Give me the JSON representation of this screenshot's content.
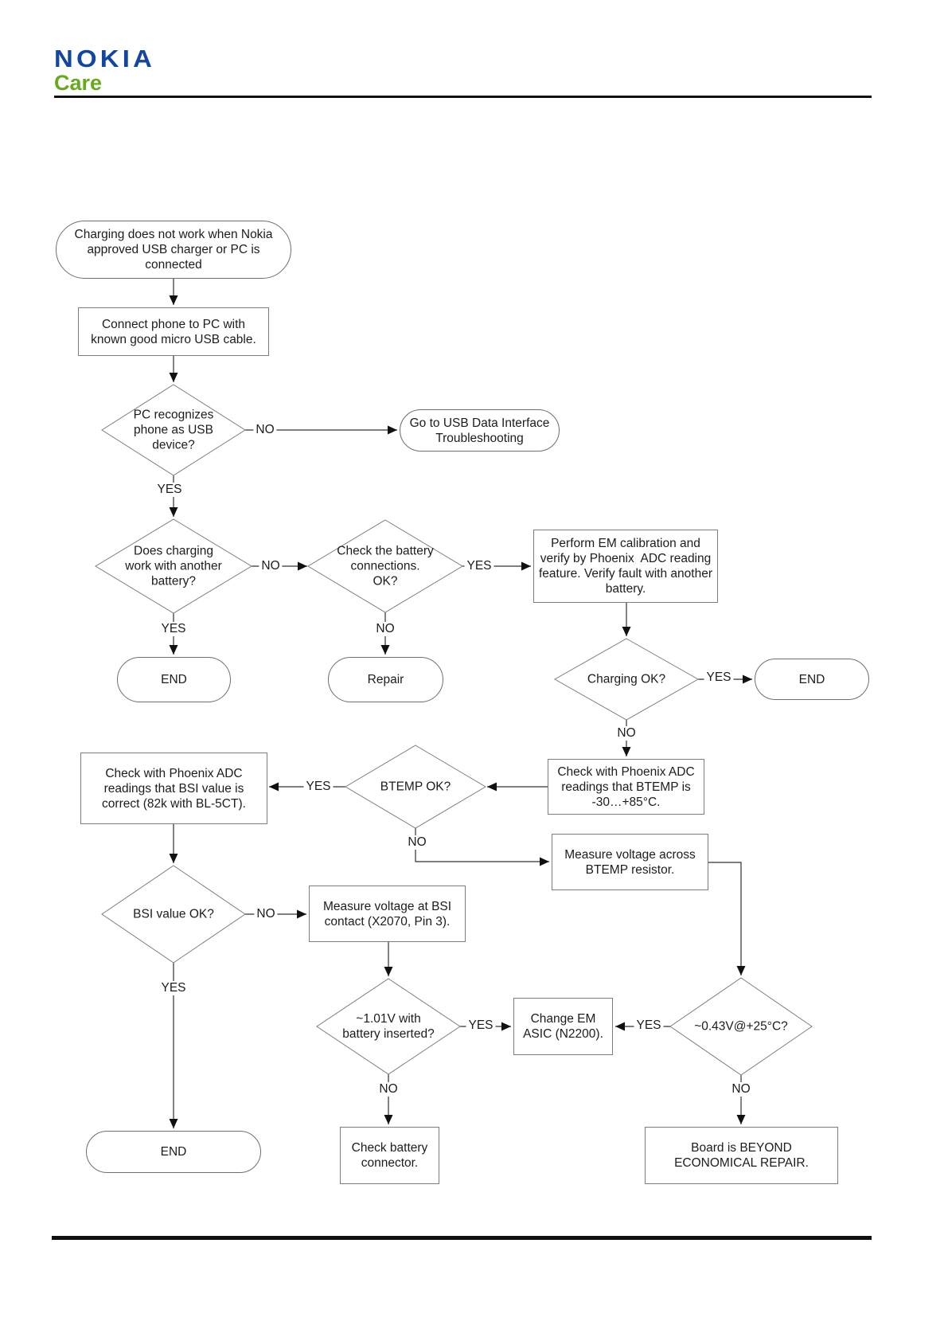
{
  "header": {
    "brand_line1": "NOKIA",
    "brand_line2": "Care",
    "brand_blue": "#1246a0",
    "brand_green": "#67ab1d"
  },
  "flowchart": {
    "line_color": "#303030",
    "shape_border_color": "#7d7d7d",
    "labels": {
      "yes": "YES",
      "no": "NO"
    },
    "nodes": {
      "start": "Charging does not work when Nokia\napproved USB charger or PC is\nconnected",
      "connect_phone": "Connect phone to PC with\nknown good micro USB cable.",
      "pc_recognizes": "PC recognizes\nphone as USB\ndevice?",
      "goto_usb_troubleshooting": "Go to USB Data Interface\nTroubleshooting",
      "charging_other_battery": "Does charging\nwork with another\nbattery?",
      "battery_connections": "Check the battery\nconnections.\nOK?",
      "perform_em_calibration": "Perform EM calibration and\nverify by Phoenix  ADC reading\nfeature. Verify fault with another\nbattery.",
      "end_1": "END",
      "repair": "Repair",
      "charging_ok": "Charging OK?",
      "end_2": "END",
      "bsi_check": "Check with Phoenix ADC\nreadings that BSI value is\ncorrect (82k with BL-5CT).",
      "btemp_ok": "BTEMP OK?",
      "btemp_check": "Check with Phoenix ADC\nreadings that BTEMP is\n-30…+85°C.",
      "measure_btemp": "Measure voltage across\nBTEMP resistor.",
      "bsi_ok": "BSI value OK?",
      "measure_bsi": "Measure voltage at BSI\ncontact (X2070, Pin 3).",
      "v101_battery": "~1.01V with\nbattery inserted?",
      "change_em_asic": "Change EM\nASIC (N2200).",
      "v043_at_25c": "~0.43V@+25°C?",
      "end_3": "END",
      "check_battery_connector": "Check battery\nconnector.",
      "board_beyond_repair": "Board is BEYOND\nECONOMICAL REPAIR."
    }
  }
}
